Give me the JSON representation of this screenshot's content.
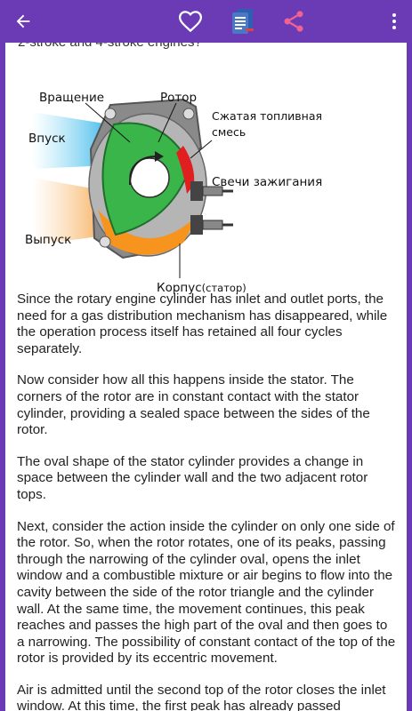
{
  "toolbar": {
    "back_icon": "arrow-left-icon",
    "favorite_icon": "heart-outline-icon",
    "document_icon": "document-icon",
    "share_icon": "share-icon",
    "more_icon": "more-vertical-icon",
    "colors": {
      "bar": "#6A3BB5",
      "share": "#F06292",
      "doc": "#4A78C8"
    }
  },
  "cut_heading": "2-stroke and 4-stroke engines?",
  "diagram": {
    "labels": {
      "rotation": "Вращение",
      "rotor": "Ротор",
      "compressed_mix_1": "Сжатая топливная",
      "compressed_mix_2": "смесь",
      "inlet": "Впуск",
      "spark_plugs": "Свечи зажигания",
      "exhaust": "Выпуск",
      "housing_main": "Корпус",
      "housing_sub": "(статор)"
    }
  },
  "article": {
    "paragraphs": [
      "Since the rotary engine cylinder has inlet and outlet ports, the need for a gas distribution mechanism has disappeared, while the operation process itself has retained all four cycles separately.",
      "Now consider how all this happens inside the stator. The corners of the rotor are in constant contact with the stator cylinder, providing a sealed space between the sides of the rotor.",
      "The oval shape of the stator cylinder provides a change in space between the cylinder wall and the two adjacent rotor tops.",
      "Next, consider the action inside the cylinder on only one side of the rotor. So, when the rotor rotates, one of its peaks, passing through the narrowing of the cylinder oval, opens the inlet window and a combustible mixture or air begins to flow into the cavity between the side of the rotor triangle and the cylinder wall. At the same time, the movement continues, this peak reaches and passes the high part of the oval and then goes to a narrowing. The possibility of constant contact of the top of the rotor is provided by its eccentric movement.",
      "Air is admitted until the second top of the rotor closes the inlet window. At this time, the first peak has already passed"
    ]
  }
}
